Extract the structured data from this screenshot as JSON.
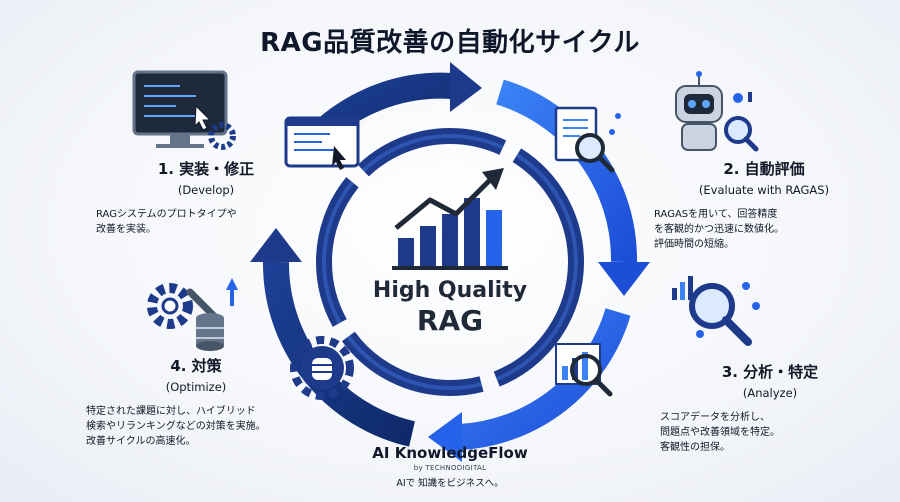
{
  "title": "RAG品質改善の自動化サイクル",
  "center": {
    "line1": "High Quality",
    "line2": "RAG"
  },
  "steps": [
    {
      "title": "1. 実装・修正",
      "subtitle": "(Develop)",
      "desc": "RAGシステムのプロトタイプや\n改善を実装。"
    },
    {
      "title": "2. 自動評価",
      "subtitle": "(Evaluate with RAGAS)",
      "desc": "RAGASを用いて、回答精度\nを客観的かつ迅速に数値化。\n評価時間の短縮。"
    },
    {
      "title": "3. 分析・特定",
      "subtitle": "(Analyze)",
      "desc": "スコアデータを分析し、\n問題点や改善領域を特定。\n客観性の担保。"
    },
    {
      "title": "4. 対策",
      "subtitle": "(Optimize)",
      "desc": "特定された課題に対し、ハイブリッド\n検索やリランキングなどの対策を実施。\n改善サイクルの高速化。"
    }
  ],
  "footer": {
    "brand": "AI KnowledgeFlow",
    "by": "by TECHNODIGITAL",
    "tagline": "AIで 知識をビジネスへ。"
  },
  "colors": {
    "dark_blue": "#1e3a8a",
    "mid_blue": "#2563eb",
    "light_blue": "#3b82f6",
    "navy": "#0f2a6b"
  },
  "icons": [
    "code-window-icon",
    "gear-icon",
    "robot-icon",
    "magnifier-icon",
    "document-icon",
    "chart-magnifier-icon",
    "wrench-gear-icon",
    "database-icon",
    "growth-chart-icon"
  ]
}
